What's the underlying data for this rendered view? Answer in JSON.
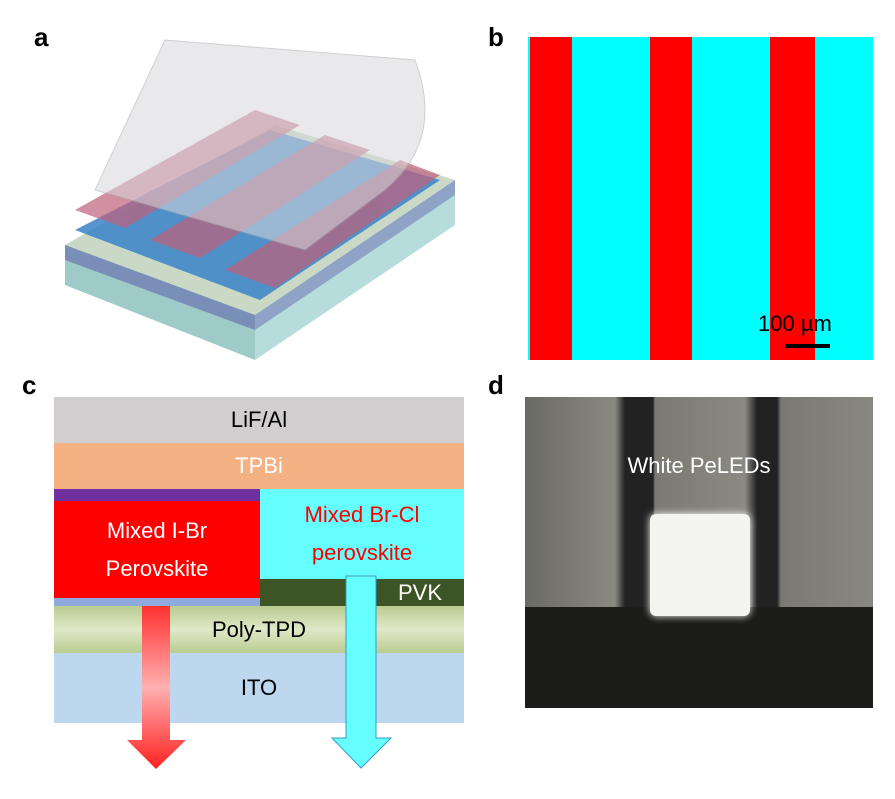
{
  "panels": {
    "a": {
      "label": "a"
    },
    "b": {
      "label": "b",
      "scale_bar": "100 µm"
    },
    "c": {
      "label": "c",
      "layers": {
        "top": "LiF/Al",
        "etl": "TPBi",
        "left_emitter": [
          "Mixed I-Br",
          "Perovskite"
        ],
        "right_emitter": [
          "Mixed Br-Cl",
          "perovskite"
        ],
        "pvk": "PVK",
        "htl": "Poly-TPD",
        "anode": "ITO"
      }
    },
    "d": {
      "label": "d",
      "caption": "White PeLEDs"
    }
  },
  "colors": {
    "red": "#ff0000",
    "cyan": "#00ffff",
    "lif": "#d0cece",
    "tpbi": "#f4b183",
    "pvk": "#3d5524",
    "ito": "#bdd7ee",
    "purple": "#7030a0"
  }
}
